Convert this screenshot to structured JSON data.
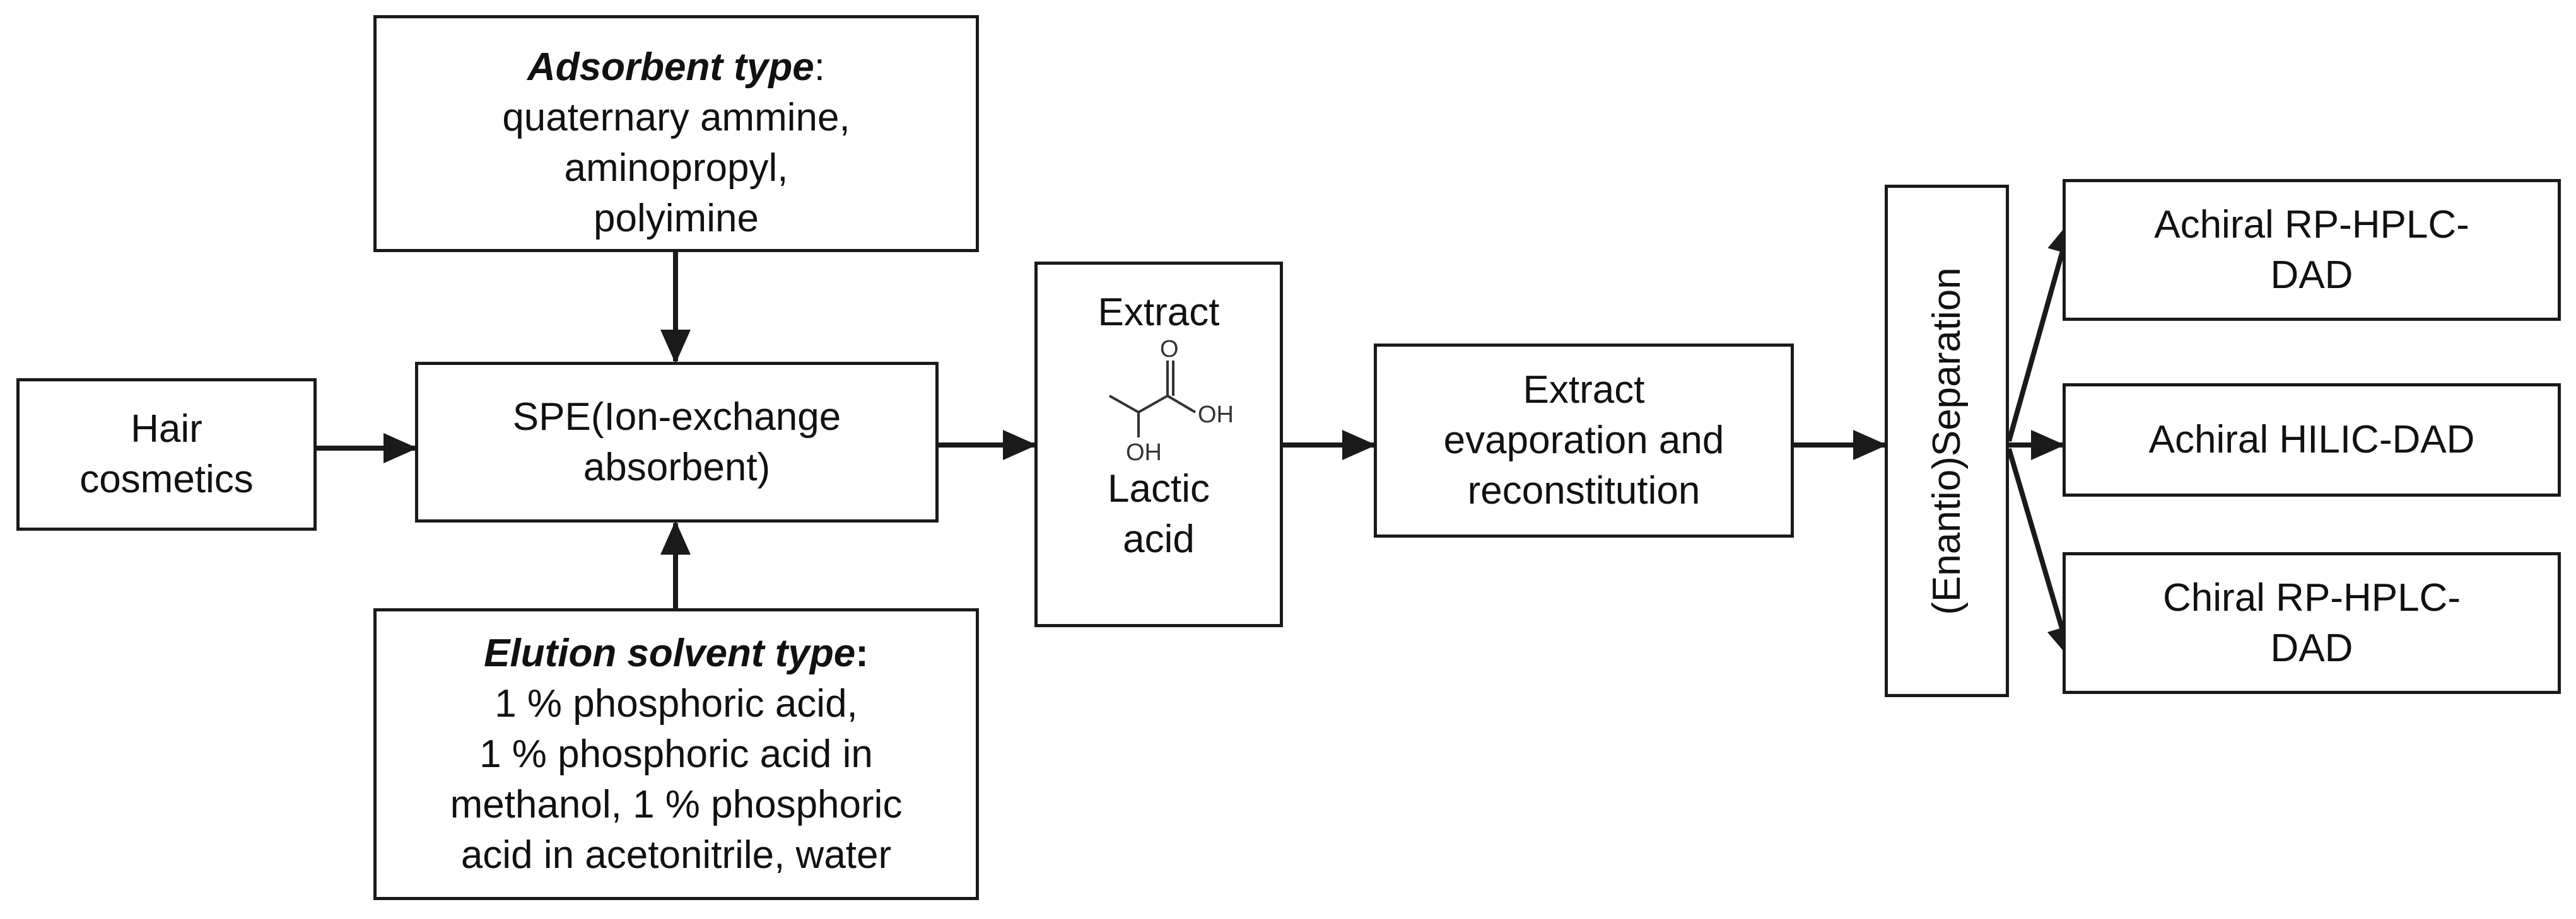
{
  "diagram": {
    "hair_cosmetics": [
      "Hair",
      "cosmetics"
    ],
    "adsorbent": {
      "title": "Adsorbent type",
      "title_suffix": ":",
      "lines": [
        "quaternary ammine,",
        "aminopropyl,",
        "polyimine"
      ]
    },
    "spe": [
      "SPE(Ion-exchange",
      "absorbent)"
    ],
    "elution": {
      "title": "Elution solvent type",
      "title_suffix": ":",
      "lines": [
        "1 % phosphoric acid,",
        "1 % phosphoric acid in",
        "methanol, 1 % phosphoric",
        "acid in acetonitrile, water"
      ]
    },
    "extract": {
      "title": "Extract",
      "molecule": {
        "o_label": "O",
        "oh_label": "OH",
        "oh_label_lower": "OH"
      },
      "name": [
        "Lactic",
        "acid"
      ]
    },
    "evaporation": [
      "Extract",
      "evaporation and",
      "reconstitution"
    ],
    "separation": "(Enantio)Separation",
    "outputs": [
      [
        "Achiral RP-HPLC-",
        "DAD"
      ],
      [
        "Achiral HILIC-DAD"
      ],
      [
        "Chiral RP-HPLC-",
        "DAD"
      ]
    ]
  },
  "colors": {
    "line": "#1a1a1a",
    "text": "#111111",
    "background": "#ffffff"
  }
}
